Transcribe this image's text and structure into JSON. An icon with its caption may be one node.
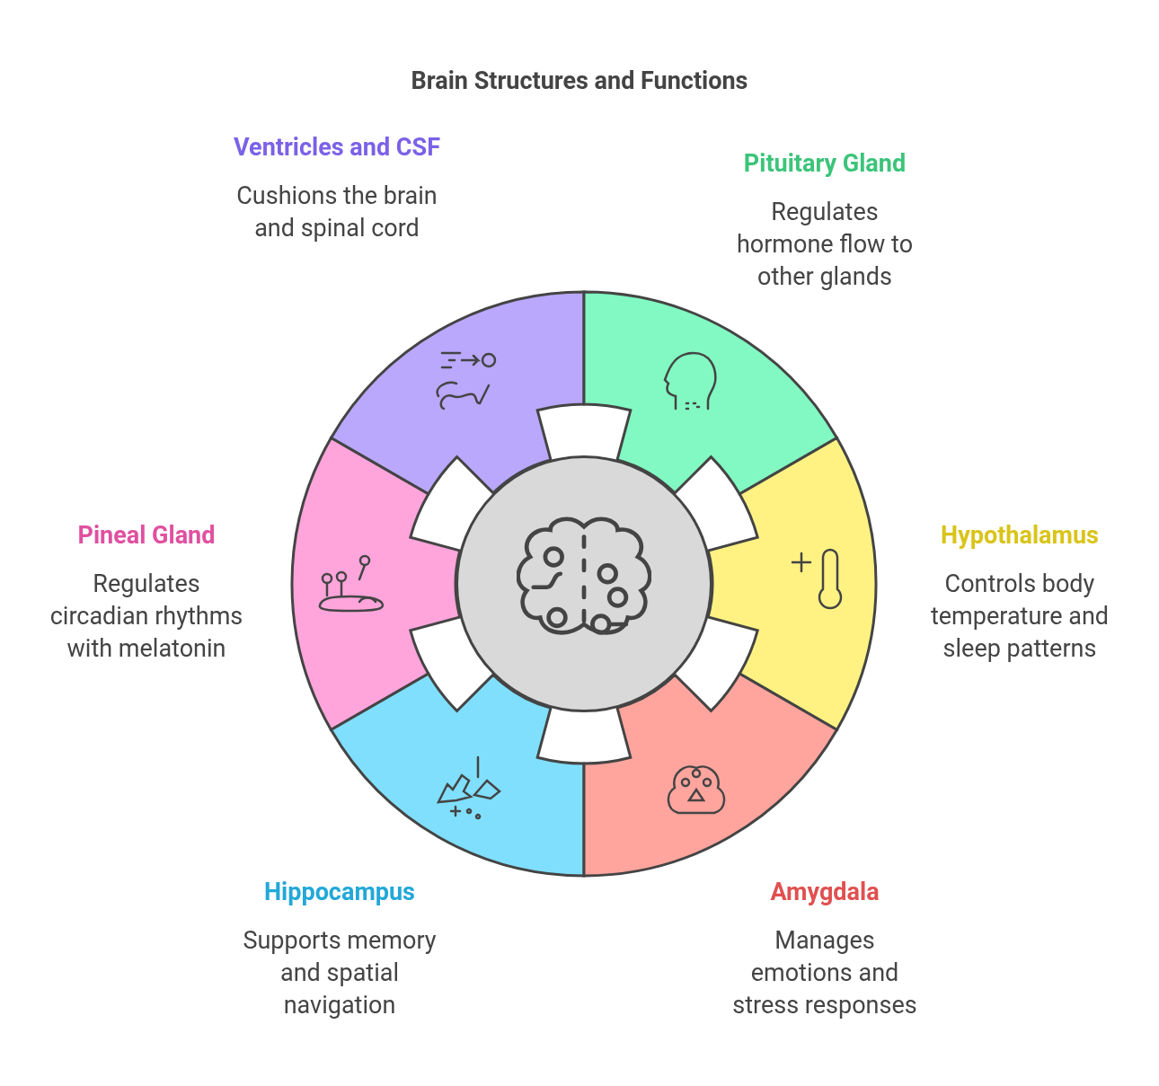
{
  "diagram": {
    "title": "Brain Structures and Functions",
    "nodes": [
      {
        "text": [
          "Ventricles and CSF",
          "Cushions the brain and spinal cord"
        ]
      },
      {
        "text": [
          "Pituitary Gland",
          "Regulates hormone flow to other glands"
        ]
      },
      {
        "text": [
          "Pineal Gland",
          "Regulates circadian rhythms with melatonin"
        ]
      },
      {
        "text": [
          "Hypothalamus",
          "Controls body temperature and sleep patterns"
        ]
      },
      {
        "text": [
          "Hippocampus",
          "Supports memory and spatial navigation"
        ]
      },
      {
        "text": [
          "Amygdala",
          "Manages emotions and stress responses"
        ]
      },
      {
        "text": [],
        "shape": "circle"
      }
    ],
    "edges": []
  }
}
